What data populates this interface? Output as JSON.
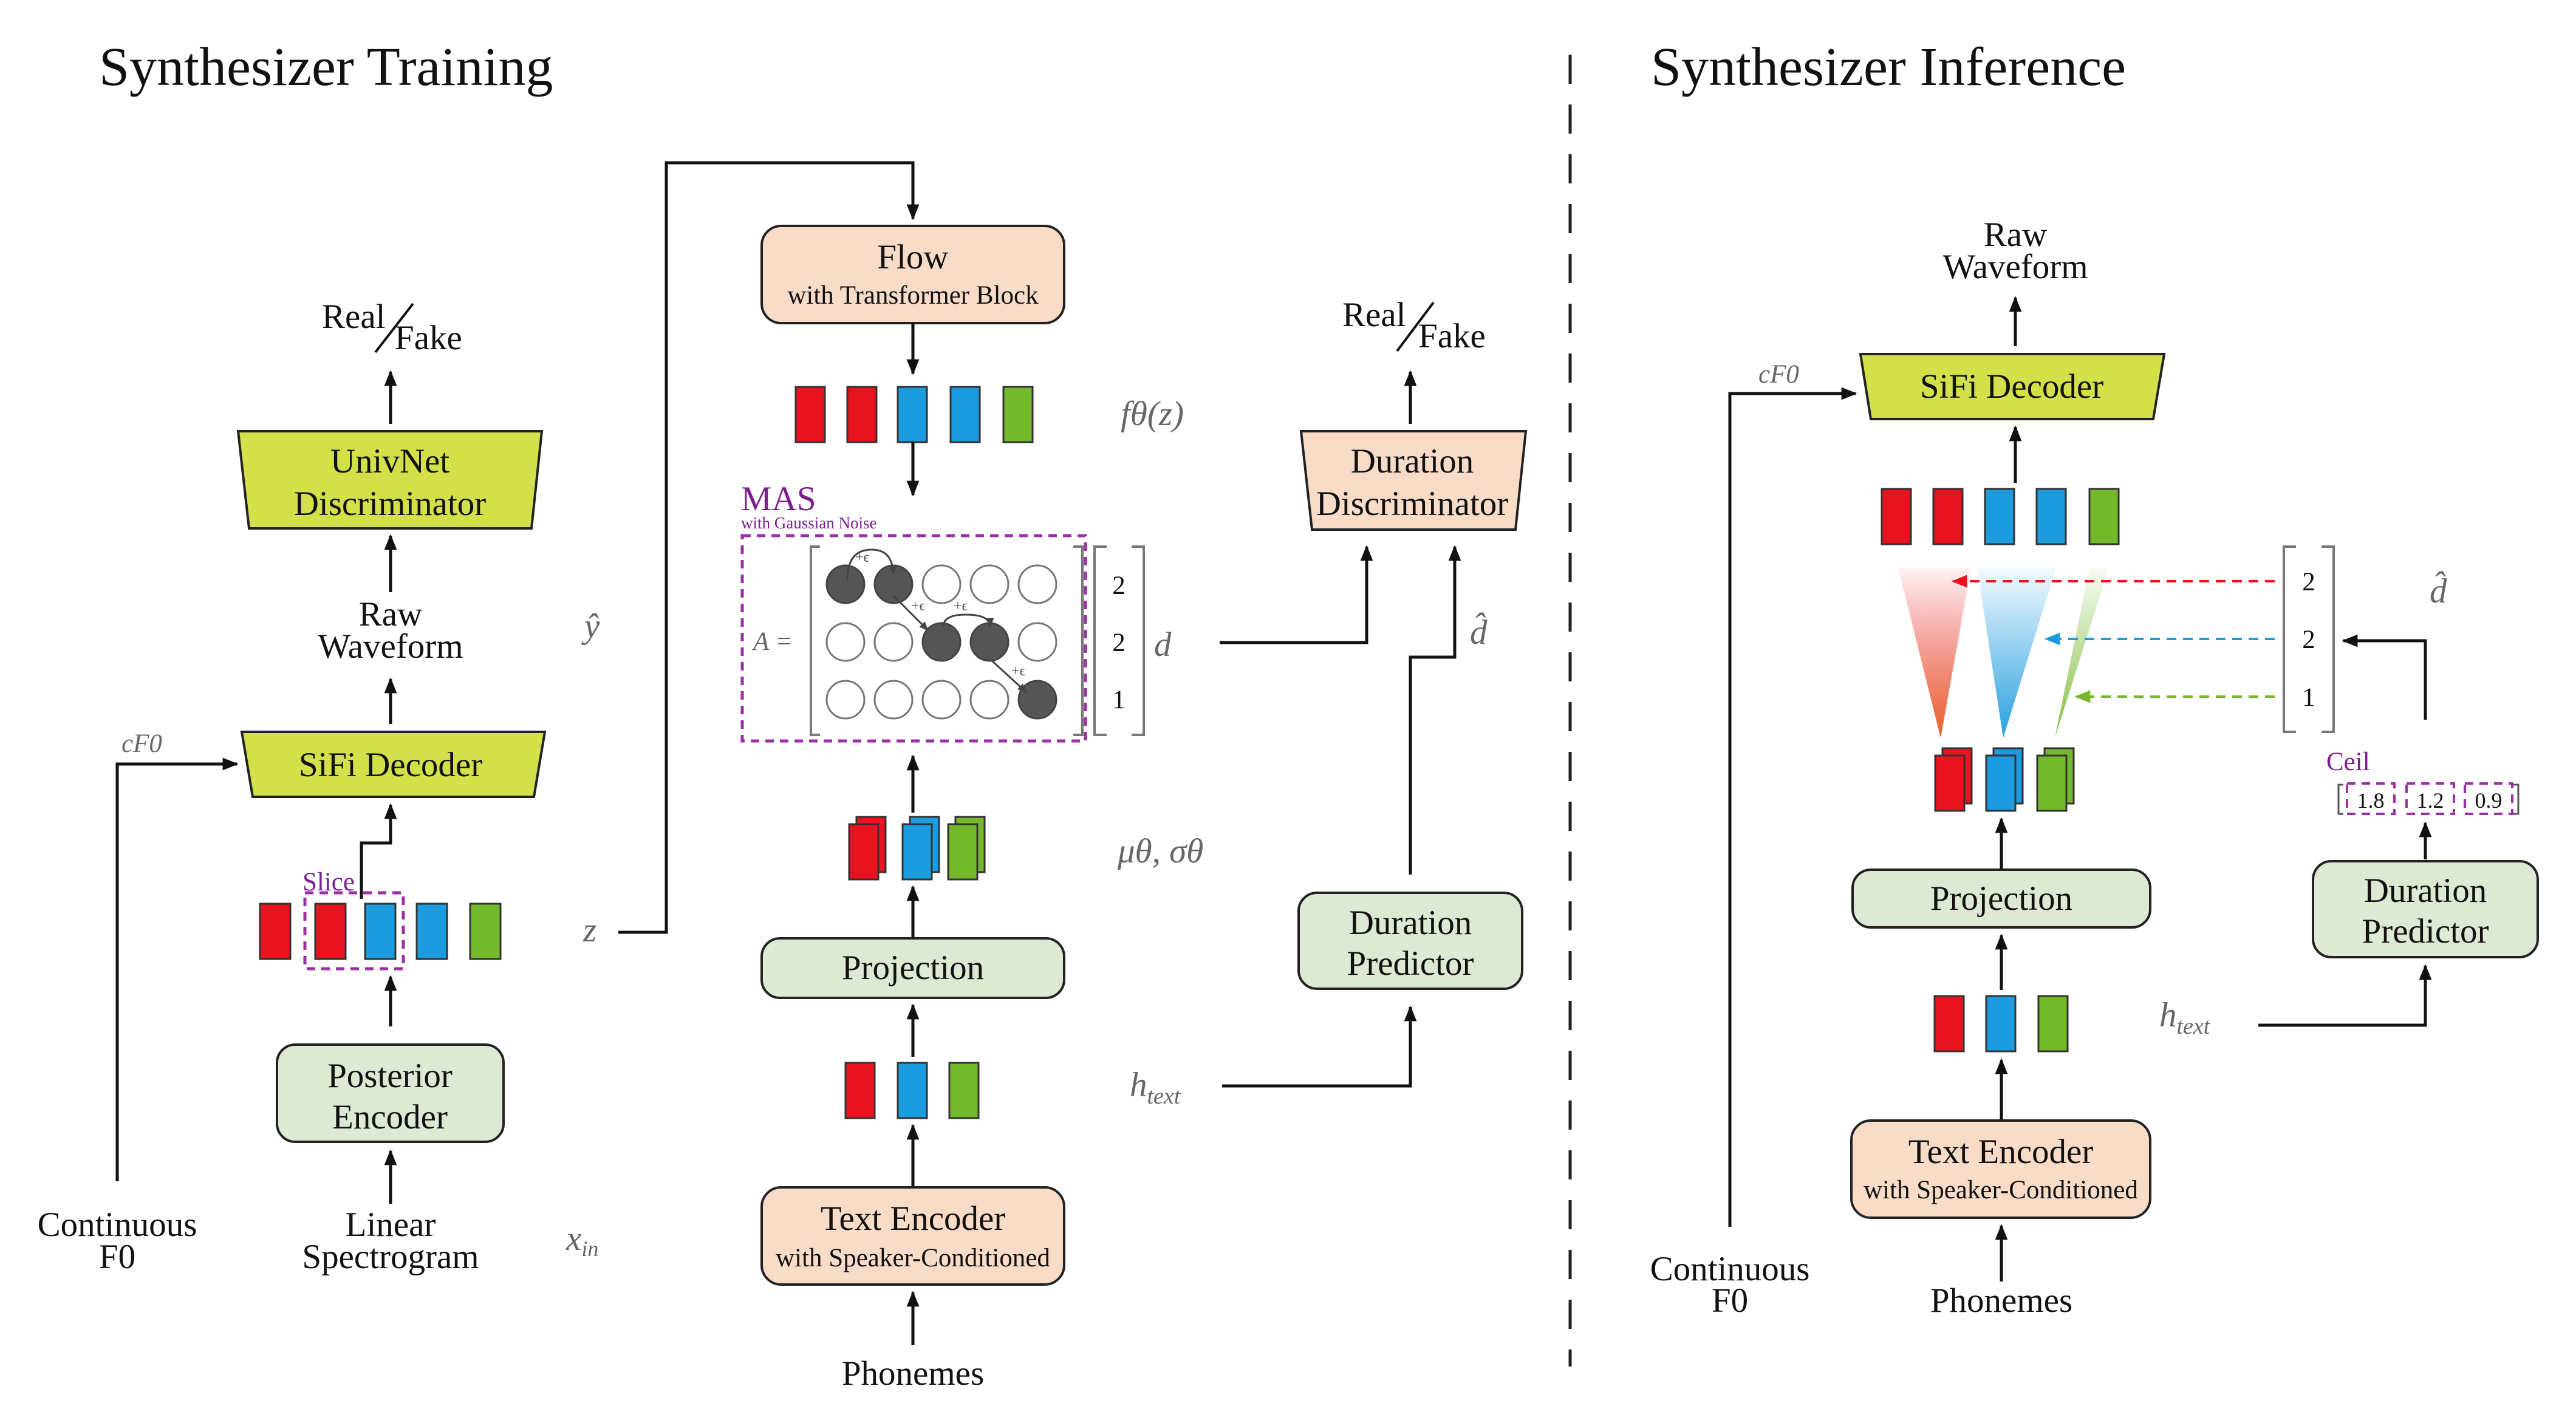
{
  "titles": {
    "training": "Synthesizer Training",
    "inference": "Synthesizer Inference"
  },
  "training": {
    "real": "Real",
    "fake": "Fake",
    "univnet_line1": "UnivNet",
    "univnet_line2": "Discriminator",
    "raw_line1": "Raw",
    "raw_line2": "Waveform",
    "sifi": "SiFi Decoder",
    "cf0": "cF0",
    "slice": "Slice",
    "posterior_line1": "Posterior",
    "posterior_line2": "Encoder",
    "continuous_line1": "Continuous",
    "continuous_line2": "F0",
    "linear_line1": "Linear",
    "linear_line2": "Spectrogram",
    "sym_y": "ŷ",
    "sym_z": "z",
    "sym_xin": "x",
    "sym_xin_sub": "in",
    "flow_line1": "Flow",
    "flow_line2": "with Transformer Block",
    "sym_fz": "fθ(z)",
    "mas": "MAS",
    "mas_sub": "with Gaussian Noise",
    "a_eq": "A =",
    "eps": "+ϵ",
    "durations": [
      "2",
      "2",
      "1"
    ],
    "sym_d": "d",
    "sym_mu": "μθ, σθ",
    "projection": "Projection",
    "sym_h": "h",
    "sym_h_sub": "text",
    "text_enc_line1": "Text Encoder",
    "text_enc_line2": "with Speaker-Conditioned",
    "phonemes": "Phonemes",
    "dur_disc_line1": "Duration",
    "dur_disc_line2": "Discriminator",
    "sym_dhat": "d̂",
    "dur_pred_line1": "Duration",
    "dur_pred_line2": "Predictor"
  },
  "inference": {
    "raw_line1": "Raw",
    "raw_line2": "Waveform",
    "sifi": "SiFi Decoder",
    "cf0": "cF0",
    "durations": [
      "2",
      "2",
      "1"
    ],
    "sym_dhat": "d̂",
    "ceil": "Ceil",
    "pred_values": [
      "1.8",
      "1.2",
      "0.9"
    ],
    "projection": "Projection",
    "dur_pred_line1": "Duration",
    "dur_pred_line2": "Predictor",
    "sym_h": "h",
    "sym_h_sub": "text",
    "text_enc_line1": "Text Encoder",
    "text_enc_line2": "with Speaker-Conditioned",
    "continuous_line1": "Continuous",
    "continuous_line2": "F0",
    "phonemes": "Phonemes"
  },
  "colors": {
    "red_token": "#e8131e",
    "blue_token": "#1c9bde",
    "green_token": "#74b82c",
    "decoder_fill": "#d3e04a",
    "peach_box": "#f8dcc8",
    "green_box": "#dde9d3",
    "accent_purple": "#9c2fa8"
  }
}
